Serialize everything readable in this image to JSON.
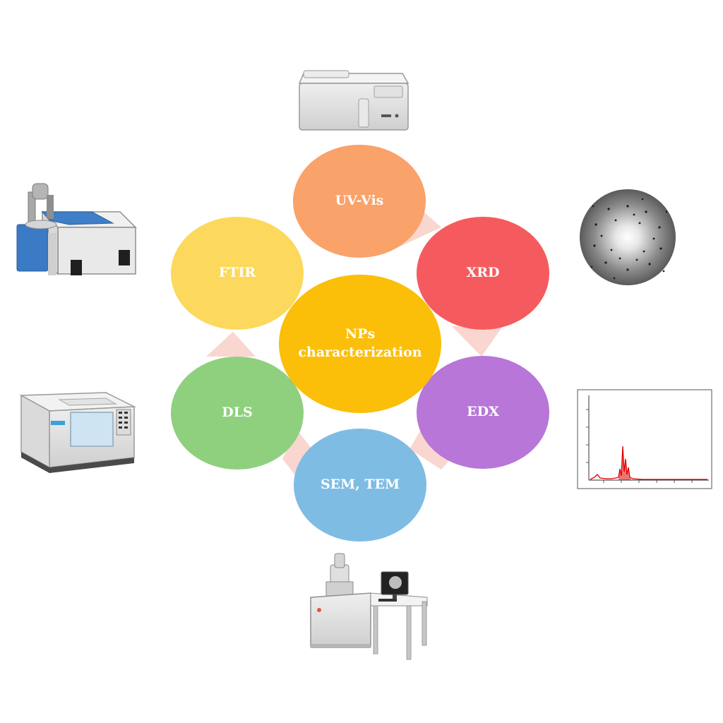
{
  "diagram": {
    "center": {
      "line1": "NPs",
      "line2": "characterization"
    },
    "nodes": {
      "uvvis": {
        "label": "UV-Vis"
      },
      "xrd": {
        "label": "XRD"
      },
      "edx": {
        "label": "EDX"
      },
      "semtem": {
        "label": "SEM, TEM"
      },
      "dls": {
        "label": "DLS"
      },
      "ftir": {
        "label": "FTIR"
      }
    },
    "colors": {
      "uvvis": "#F9A26A",
      "xrd": "#F55B5E",
      "edx": "#B776D8",
      "semtem": "#7FBCE4",
      "dls": "#8FD07E",
      "ftir": "#FCD95D",
      "center": "#FBBF0A",
      "arrow": "#F9D6D0"
    },
    "icons": {
      "top": "uv-vis-spectrophotometer-icon",
      "right_top": "xrd-diffraction-pattern-icon",
      "right_bottom": "edx-spectrum-plot-icon",
      "bottom": "electron-microscope-workstation-icon",
      "left_bottom": "dls-analyzer-icon",
      "left_top": "ftir-spectrometer-icon"
    }
  }
}
